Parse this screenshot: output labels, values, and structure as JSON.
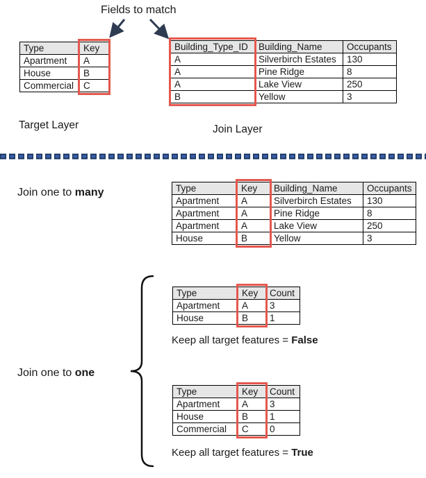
{
  "title": "Fields to match",
  "layers": {
    "target": "Target Layer",
    "join": "Join Layer"
  },
  "sections": {
    "one_to_many": {
      "prefix": "Join one to ",
      "emphasis": "many"
    },
    "one_to_one": {
      "prefix": "Join one to ",
      "emphasis": "one"
    },
    "keep_false": {
      "prefix": "Keep all target features = ",
      "emphasis": "False"
    },
    "keep_true": {
      "prefix": "Keep all target features = ",
      "emphasis": "True"
    }
  },
  "icons": {
    "left_arrow": "down-left-arrow-icon",
    "right_arrow": "down-right-arrow-icon",
    "brace": "curly-brace-icon",
    "divider": "dashed-divider"
  },
  "colors": {
    "highlight_red": "#E4574E",
    "table_header_bg": "#E7E6E6",
    "table_border": "#000000",
    "arrow_navy": "#2E3B50",
    "dash_fill": "#3F5EAC",
    "dash_outline": "#17375E",
    "text": "#1a1a1a"
  },
  "tables": {
    "target": {
      "headers": [
        "Type",
        "Key"
      ],
      "rows": [
        [
          "Apartment",
          "A"
        ],
        [
          "House",
          "B"
        ],
        [
          "Commercial",
          "C"
        ]
      ],
      "highlight_column": "Key"
    },
    "join": {
      "headers": [
        "Building_Type_ID",
        "Building_Name",
        "Occupants"
      ],
      "rows": [
        [
          "A",
          "Silverbirch Estates",
          "130"
        ],
        [
          "A",
          "Pine Ridge",
          "8"
        ],
        [
          "A",
          "Lake View",
          "250"
        ],
        [
          "B",
          "Yellow",
          "3"
        ]
      ],
      "highlight_column": "Building_Type_ID"
    },
    "one_to_many": {
      "headers": [
        "Type",
        "Key",
        "Building_Name",
        "Occupants"
      ],
      "rows": [
        [
          "Apartment",
          "A",
          "Silverbirch Estates",
          "130"
        ],
        [
          "Apartment",
          "A",
          "Pine Ridge",
          "8"
        ],
        [
          "Apartment",
          "A",
          "Lake View",
          "250"
        ],
        [
          "House",
          "B",
          "Yellow",
          "3"
        ]
      ],
      "highlight_column": "Key"
    },
    "one_to_one_false": {
      "headers": [
        "Type",
        "Key",
        "Count"
      ],
      "rows": [
        [
          "Apartment",
          "A",
          "3"
        ],
        [
          "House",
          "B",
          "1"
        ]
      ],
      "highlight_column": "Key"
    },
    "one_to_one_true": {
      "headers": [
        "Type",
        "Key",
        "Count"
      ],
      "rows": [
        [
          "Apartment",
          "A",
          "3"
        ],
        [
          "House",
          "B",
          "1"
        ],
        [
          "Commercial",
          "C",
          "0"
        ]
      ],
      "highlight_column": "Key"
    }
  }
}
